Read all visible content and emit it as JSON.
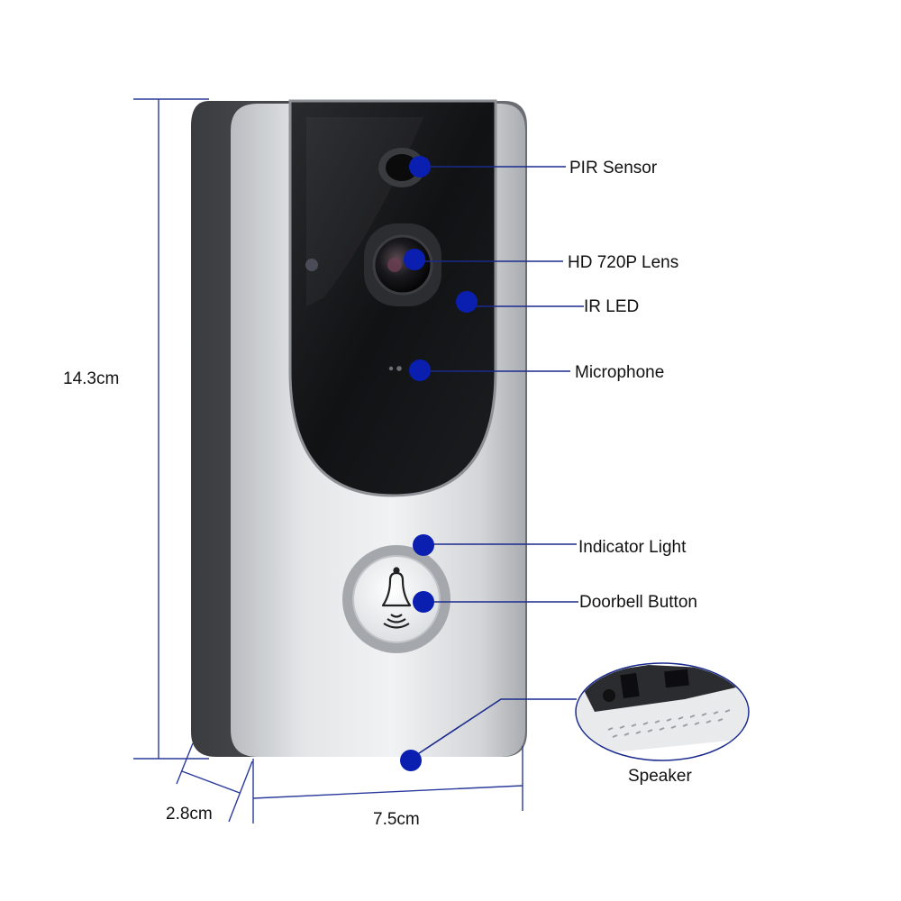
{
  "labels": {
    "pir_sensor": "PIR Sensor",
    "hd_lens": "HD 720P Lens",
    "ir_led": "IR LED",
    "microphone": "Microphone",
    "indicator_light": "Indicator Light",
    "doorbell_button": "Doorbell Button",
    "speaker": "Speaker"
  },
  "dimensions": {
    "height": "14.3cm",
    "depth": "2.8cm",
    "width": "7.5cm"
  },
  "colors": {
    "callout_dot": "#0a1fb0",
    "callout_line": "#1a2a8c",
    "dimension_line": "#2a3a9a"
  }
}
